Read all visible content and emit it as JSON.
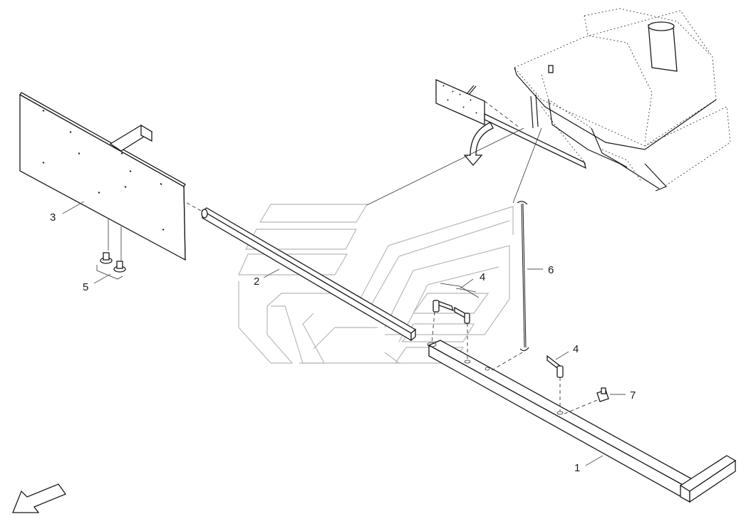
{
  "callouts": [
    {
      "id": "1",
      "label": "1"
    },
    {
      "id": "2",
      "label": "2"
    },
    {
      "id": "3",
      "label": "3"
    },
    {
      "id": "4a",
      "label": "4"
    },
    {
      "id": "4b",
      "label": "4"
    },
    {
      "id": "5",
      "label": "5"
    },
    {
      "id": "6",
      "label": "6"
    },
    {
      "id": "7",
      "label": "7"
    }
  ],
  "icons": {
    "direction": "direction-arrow-icon",
    "mount": "mounting-arrow-icon"
  }
}
